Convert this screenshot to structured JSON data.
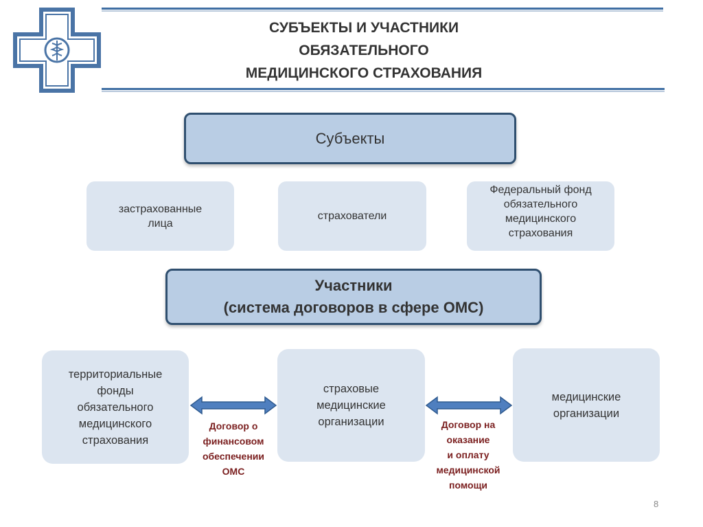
{
  "header": {
    "title_lines": [
      "СУБЪЕКТЫ И УЧАСТНИКИ",
      "ОБЯЗАТЕЛЬНОГО",
      "МЕДИЦИНСКОГО СТРАХОВАНИЯ"
    ]
  },
  "subjects": {
    "title": "Субъекты",
    "items": [
      {
        "lines": [
          "застрахованные",
          "лица"
        ]
      },
      {
        "lines": [
          "страхователи"
        ]
      },
      {
        "lines": [
          "Федеральный фонд",
          "обязательного",
          "медицинского",
          "страхования"
        ]
      }
    ]
  },
  "participants": {
    "title": "Участники",
    "subtitle": "(система договоров в сфере ОМС)",
    "items": [
      {
        "lines": [
          "территориальные",
          "фонды",
          "обязательного",
          "медицинского",
          "страхования"
        ]
      },
      {
        "lines": [
          "страховые",
          "медицинские",
          "организации"
        ]
      },
      {
        "lines": [
          "медицинские",
          "организации"
        ]
      }
    ],
    "contracts": [
      {
        "lines": [
          "Договор о",
          "финансовом",
          "обеспечении",
          "ОМС"
        ]
      },
      {
        "lines": [
          "Договор на",
          "оказание",
          "и оплату",
          "медицинской",
          "помощи"
        ]
      }
    ]
  },
  "page_number": "8",
  "colors": {
    "rule": "#3f6ea3",
    "header_fill": "#b9cde4",
    "header_border": "#2f4f6f",
    "item_fill": "#dce5f0",
    "arrow": "#4f7fbf",
    "contract_text": "#7a1e1e"
  }
}
